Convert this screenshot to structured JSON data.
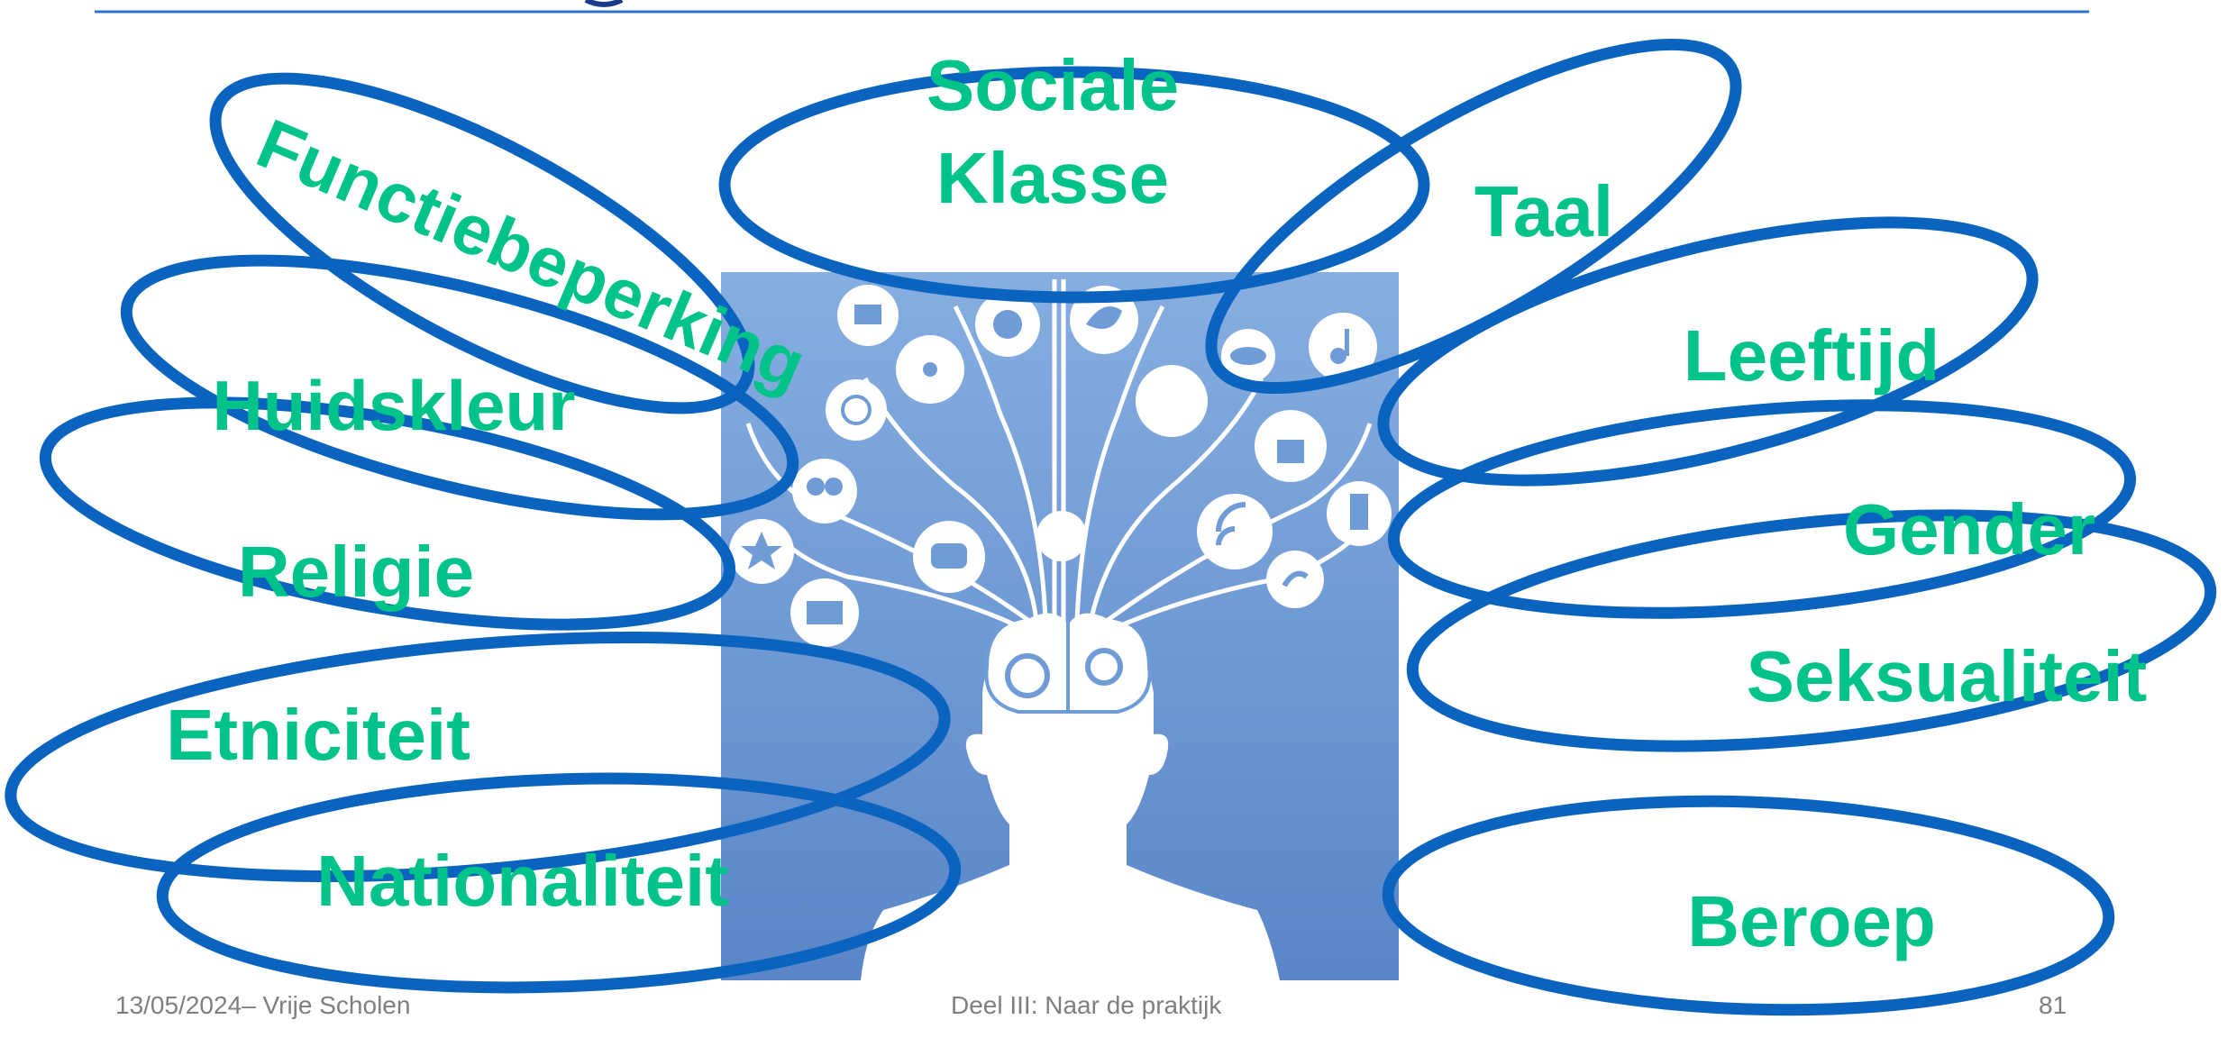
{
  "colors": {
    "ellipse_stroke": "#0a64bf",
    "label_fill": "#00c389",
    "rule_line": "#2e74c8",
    "image_bg": "#6f9bd6",
    "icon_fill": "#ffffff"
  },
  "center_image": {
    "icon": "head-with-connected-media-icons-illustration"
  },
  "labels": {
    "sociale": "Sociale",
    "klasse": "Klasse",
    "functiebeperking": "Functiebeperking",
    "taal": "Taal",
    "leeftijd": "Leeftijd",
    "huidskleur": "Huidskleur",
    "gender": "Gender",
    "religie": "Religie",
    "seksualiteit": "Seksualiteit",
    "etniciteit": "Etniciteit",
    "nationaliteit": "Nationaliteit",
    "beroep": "Beroep"
  },
  "footer": {
    "date_org": "13/05/2024– Vrije Scholen",
    "section": "Deel III: Naar de praktijk",
    "page": "81"
  }
}
